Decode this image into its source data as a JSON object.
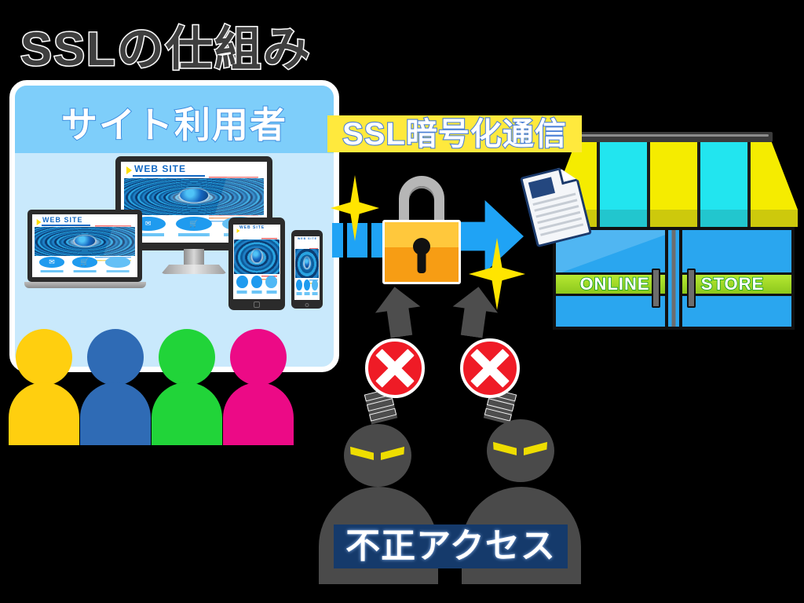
{
  "title": "SSLの仕組み",
  "users_panel": {
    "header_label": "サイト利用者",
    "devices": [
      {
        "name": "desktop-monitor",
        "site_label": "WEB  SITE"
      },
      {
        "name": "laptop",
        "site_label": "WEB  SITE"
      },
      {
        "name": "tablet",
        "site_label": "WEB SITE"
      },
      {
        "name": "smartphone",
        "site_label": "WEB SITE"
      }
    ],
    "device_icons": [
      "mail-icon",
      "cart-icon",
      "cloud-icon"
    ],
    "avatars": [
      {
        "name": "user-avatar-yellow",
        "color": "#ffcf0f"
      },
      {
        "name": "user-avatar-blue",
        "color": "#2f6bb5"
      },
      {
        "name": "user-avatar-green",
        "color": "#21d439"
      },
      {
        "name": "user-avatar-pink",
        "color": "#ec0a86"
      }
    ],
    "panel_bg": "#c9e9fc",
    "header_bg": "#7ecefa"
  },
  "ssl_banner": {
    "label": "SSL暗号化通信",
    "bg": "#ffe93d",
    "text_color": "#ffffff",
    "outline_color": "#4a7fd6"
  },
  "padlock": {
    "name": "padlock-icon",
    "body_color": "#f9ab1d",
    "shackle_color": "#b6b6b6"
  },
  "arrow": {
    "name": "encrypted-channel-arrow",
    "color": "#1fa3f5",
    "dash_count": 4
  },
  "sparkles": {
    "color": "#ffe500",
    "count": 2
  },
  "document": {
    "name": "encrypted-data-document",
    "border_color": "#1b3a6b",
    "line_count": 6
  },
  "store": {
    "sign_words": [
      "ONLINE",
      "STORE"
    ],
    "awning_stripes": [
      "#f5ec00",
      "#22e5ef",
      "#f5ec00",
      "#22e5ef",
      "#f5ec00"
    ],
    "awning_band": [
      "#cdc90c",
      "#22c6ce",
      "#cdc90c",
      "#22c6ce",
      "#cdc90c"
    ],
    "building_color": "#2aa6ef",
    "sign_bg": "#9ed424",
    "sign_text_color": "#ffffff",
    "sign_outline_color": "#0a9a1c"
  },
  "blocked": {
    "sign_name": "prohibited-sign",
    "sign_color": "#ef1b26",
    "count": 2
  },
  "attackers": {
    "label": "不正アクセス",
    "label_bg": "#153a6b",
    "label_color": "#ffffff",
    "body_color": "#4a4a4a",
    "eye_color": "#eedd00",
    "count": 2
  }
}
